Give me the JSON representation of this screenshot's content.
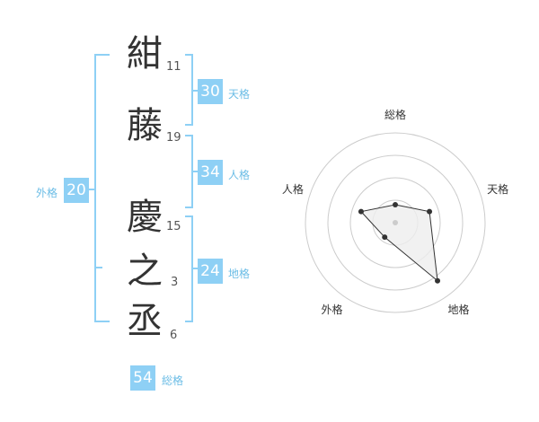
{
  "characters": [
    {
      "char": "紺",
      "strokes": "11"
    },
    {
      "char": "藤",
      "strokes": "19"
    },
    {
      "char": "慶",
      "strokes": "15"
    },
    {
      "char": "之",
      "strokes": "3"
    },
    {
      "char": "丞",
      "strokes": "6"
    }
  ],
  "fortunes": {
    "tenkaku": {
      "value": "30",
      "label": "天格"
    },
    "jinkaku": {
      "value": "34",
      "label": "人格"
    },
    "chikaku": {
      "value": "24",
      "label": "地格"
    },
    "gaikaku": {
      "value": "20",
      "label": "外格"
    },
    "soukaku": {
      "value": "54",
      "label": "総格"
    }
  },
  "radar": {
    "axes": [
      "総格",
      "天格",
      "地格",
      "外格",
      "人格"
    ],
    "values": [
      1,
      2,
      4,
      1,
      2
    ],
    "max": 5,
    "ring_color": "#cccccc",
    "fill_color": "#eeeeee",
    "line_color": "#333333"
  },
  "colors": {
    "accent": "#8ed0f5",
    "bracket": "#8ed0f5",
    "label": "#6cbde6"
  }
}
